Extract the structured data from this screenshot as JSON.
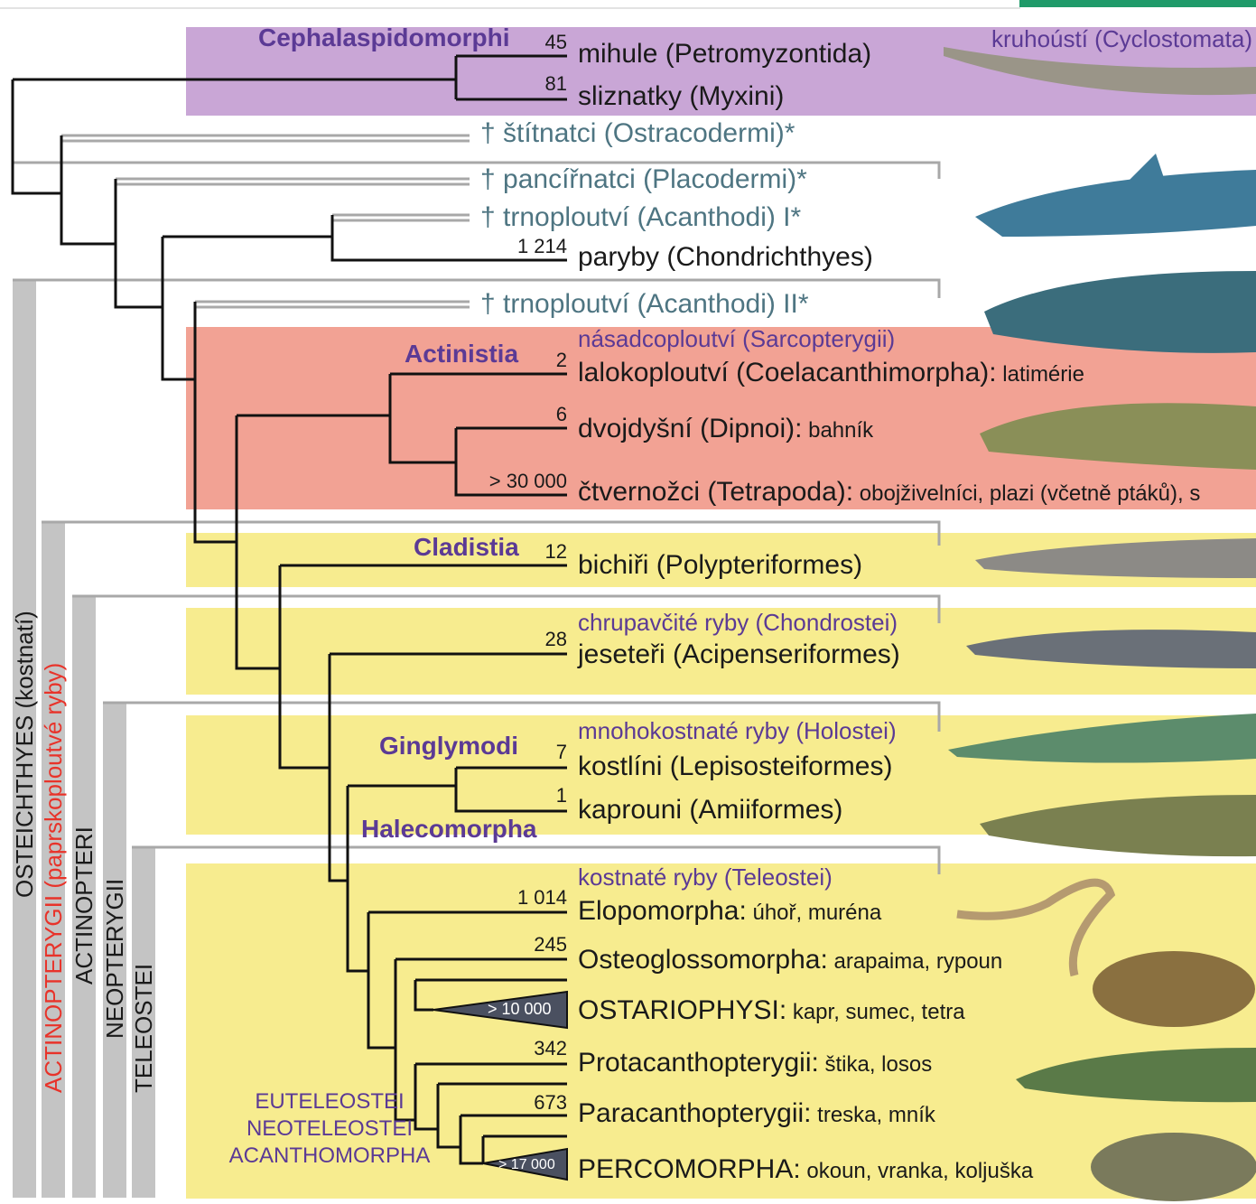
{
  "bands": [
    {
      "key": "cyclostomata",
      "color": "#c9a6d6"
    },
    {
      "key": "sarcopterygii",
      "color": "#f2a294"
    },
    {
      "key": "cladistia",
      "color": "#f7ec8f"
    },
    {
      "key": "chondrostei",
      "color": "#f7ec8f"
    },
    {
      "key": "holostei",
      "color": "#f7ec8f"
    },
    {
      "key": "teleostei",
      "color": "#f7ec8f"
    }
  ],
  "groups": {
    "cephalaspidomorphi": "Cephalaspidomorphi",
    "actinistia": "Actinistia",
    "cladistia": "Cladistia",
    "ginglymodi": "Ginglymodi",
    "halecomorpha": "Halecomorpha"
  },
  "clades": {
    "cyclostomata": "kruhoústí (Cyclostomata)",
    "sarcopterygii": "násadcoploutví (Sarcopterygii)",
    "chondrostei": "chrupavčité ryby (Chondrostei)",
    "holostei": "mnohokostnaté ryby (Holostei)",
    "teleostei": "kostnaté ryby (Teleostei)"
  },
  "taxa": {
    "mihule": "mihule (Petromyzontida)",
    "sliznatky": "sliznatky (Myxini)",
    "ostracodermi": "† štítnatci (Ostracodermi)*",
    "placodermi": "† pancířnatci (Placodermi)*",
    "acanthodi1": "† trnoploutví (Acanthodi) I*",
    "chondrichthyes": "paryby (Chondrichthyes)",
    "acanthodi2": "† trnoploutví (Acanthodi) II*",
    "coelacanth_main": "lalokoploutví (Coelacanthimorpha):",
    "coelacanth_note": " latimérie",
    "dipnoi_main": "dvojdyšní (Dipnoi):",
    "dipnoi_note": " bahník",
    "tetrapoda_main": "čtvernožci (Tetrapoda):",
    "tetrapoda_note": " obojživelníci, plazi (včetně ptáků), s",
    "polypteriformes": "bichiři (Polypteriformes)",
    "acipenseriformes": "jeseteři (Acipenseriformes)",
    "lepisosteiformes": "kostlíni (Lepisosteiformes)",
    "amiiformes": "kaprouni (Amiiformes)",
    "elopo_main": "Elopomorpha:",
    "elopo_note": " úhoř, muréna",
    "osteo_main": "Osteoglossomorpha:",
    "osteo_note": " arapaima, rypoun",
    "ostario_main": "OSTARIOPHYSI:",
    "ostario_note": " kapr, sumec, tetra",
    "protacan_main": "Protacanthopterygii:",
    "protacan_note": " štika, losos",
    "paracan_main": "Paracanthopterygii:",
    "paracan_note": " treska, mník",
    "perco_main": "PERCOMORPHA:",
    "perco_note": " okoun, vranka, koljuška"
  },
  "counts": {
    "mihule": "45",
    "sliznatky": "81",
    "chondrichthyes": "1 214",
    "coelacanth": "2",
    "dipnoi": "6",
    "tetrapoda": "> 30 000",
    "polypteriformes": "12",
    "acipenseriformes": "28",
    "lepisosteiformes": "7",
    "amiiformes": "1",
    "elopomorpha": "1 014",
    "osteoglossomorpha": "245",
    "ostariophysi": "> 10 000",
    "protacanthopterygii": "342",
    "paracanthopterygii": "673",
    "percomorpha": "> 17 000"
  },
  "side_labels": {
    "osteichthyes": "OSTEICHTHYES (kostnatí)",
    "actinopterygii": "ACTINOPTERYGII (paprskoploutvé ryby)",
    "actinopteri": "ACTINOPTERI",
    "neopterygii": "NEOPTERYGII",
    "teleostei": "TELEOSTEI"
  },
  "euteleostei_lines": [
    "EUTELEOSTEI",
    "NEOTELEOSTEI",
    "ACANTHOMORPHA"
  ],
  "fish_icons": [
    "lamprey-icon",
    "shark-icon",
    "coelacanth-icon",
    "lungfish-icon",
    "bichir-icon",
    "sturgeon-icon",
    "gar-icon",
    "bowfin-icon",
    "eel-icon",
    "carp-icon",
    "pike-icon",
    "perch-icon"
  ],
  "colors": {
    "purple_text": "#5b3a95",
    "red_text": "#e8332a",
    "fossil_text": "#4e7582",
    "tree_line": "#111111",
    "fossil_line": "#a8a8a8"
  }
}
